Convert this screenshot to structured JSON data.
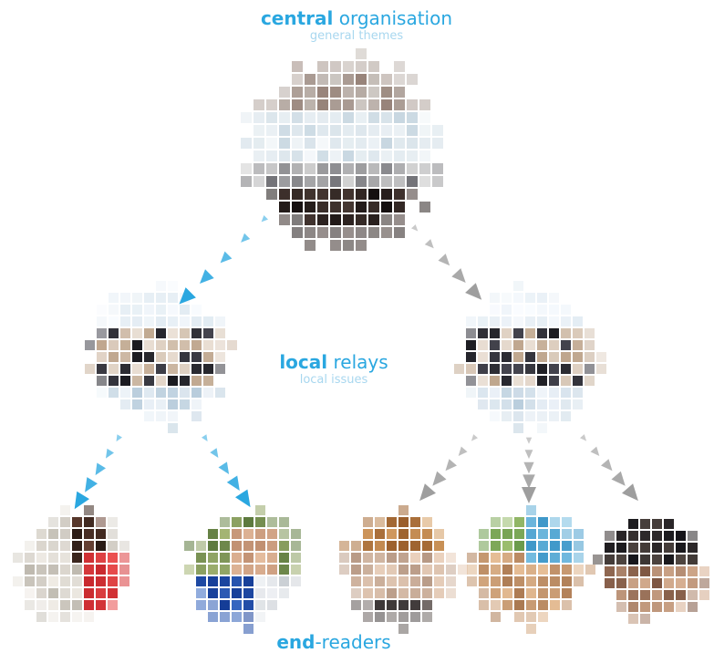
{
  "top": {
    "title_bold": "central",
    "title_rest": " organisation",
    "subtitle": "general themes"
  },
  "middle": {
    "title_bold": "local",
    "title_rest": " relays",
    "subtitle": "local issues"
  },
  "bottom": {
    "title_bold": "end",
    "title_rest": "-readers"
  },
  "colors": {
    "accent": "#2aa7e0",
    "accent_light": "#a8d7ef",
    "arrow_blue": "#2aa7e0",
    "arrow_grey": "#9e9e9e"
  },
  "nodes": [
    {
      "id": "central",
      "level": "central organisation",
      "icon": "meeting-room-photo"
    },
    {
      "id": "relay-left",
      "level": "local relays",
      "icon": "business-meeting-photo"
    },
    {
      "id": "relay-right",
      "level": "local relays",
      "icon": "business-meeting-photo"
    },
    {
      "id": "reader-1",
      "level": "end-readers",
      "icon": "woman-at-laptop-photo"
    },
    {
      "id": "reader-2",
      "level": "end-readers",
      "icon": "man-at-laptop-photo"
    },
    {
      "id": "reader-3",
      "level": "end-readers",
      "icon": "family-at-computer-photo"
    },
    {
      "id": "reader-4",
      "level": "end-readers",
      "icon": "kids-at-computer-photo"
    },
    {
      "id": "reader-5",
      "level": "end-readers",
      "icon": "couple-reading-photo"
    }
  ],
  "flows": [
    {
      "from": "central",
      "to": "relay-left",
      "color": "blue"
    },
    {
      "from": "central",
      "to": "relay-right",
      "color": "grey"
    },
    {
      "from": "relay-left",
      "to": "reader-1",
      "color": "blue"
    },
    {
      "from": "relay-left",
      "to": "reader-2",
      "color": "blue"
    },
    {
      "from": "relay-right",
      "to": "reader-3",
      "color": "grey"
    },
    {
      "from": "relay-right",
      "to": "reader-4",
      "color": "grey"
    },
    {
      "from": "relay-right",
      "to": "reader-5",
      "color": "grey"
    }
  ]
}
